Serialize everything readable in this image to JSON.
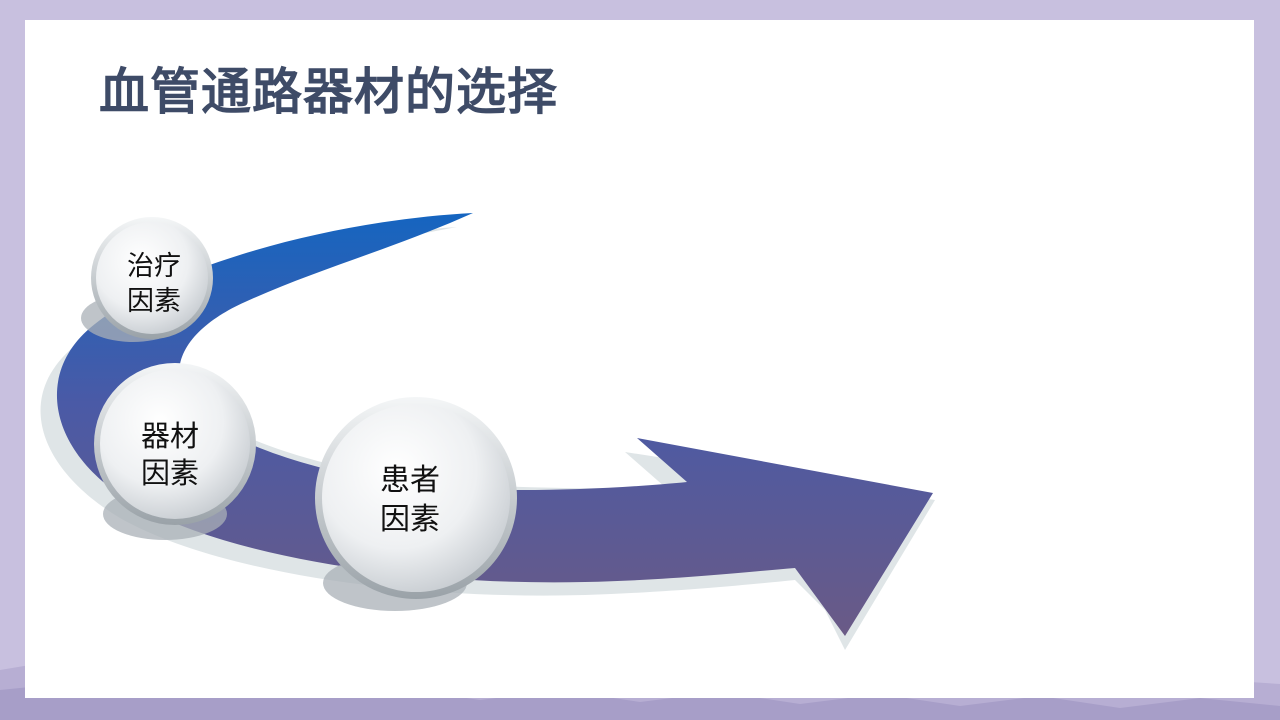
{
  "title": "血管通路器材的选择",
  "nodes": [
    {
      "line1": "治疗",
      "line2": "因素"
    },
    {
      "line1": "器材",
      "line2": "因素"
    },
    {
      "line1": "患者",
      "line2": "因素"
    }
  ],
  "colors": {
    "title": "#3e4b67",
    "arrow_start": "#1565c0",
    "arrow_mid": "#4a5aa6",
    "arrow_end": "#6a5a86",
    "background_frame": "#c8c0df"
  }
}
